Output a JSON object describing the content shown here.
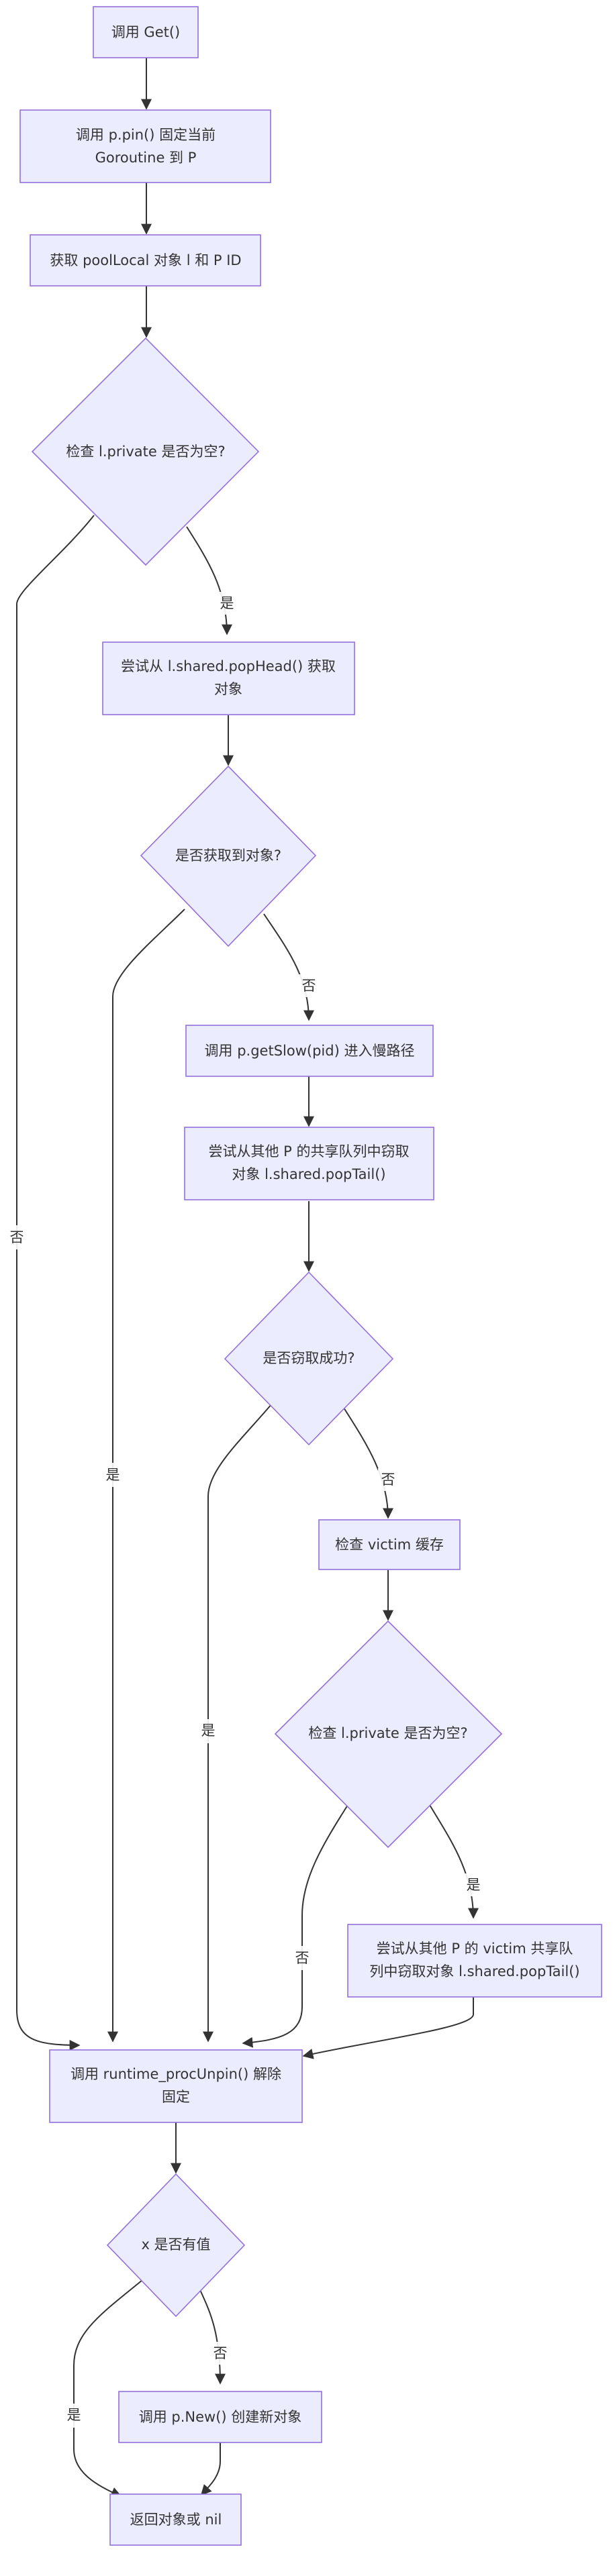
{
  "nodes": {
    "call_get": "调用 Get()",
    "pin": [
      "调用 p.pin() 固定当前",
      "Goroutine 到 P"
    ],
    "get_local": "获取 poolLocal 对象 l 和 P ID",
    "check_private": "检查 l.private 是否为空?",
    "pop_head": [
      "尝试从 l.shared.popHead() 获取",
      "对象"
    ],
    "got_object": "是否获取到对象?",
    "get_slow": "调用 p.getSlow(pid) 进入慢路径",
    "steal": [
      "尝试从其他 P 的共享队列中窃取",
      "对象 l.shared.popTail()"
    ],
    "steal_ok": "是否窃取成功?",
    "check_victim": "检查 victim 缓存",
    "check_private_victim": "检查 l.private 是否为空?",
    "steal_victim": [
      "尝试从其他 P 的 victim 共享队",
      "列中窃取对象 l.shared.popTail()"
    ],
    "unpin": [
      "调用 runtime_procUnpin() 解除",
      "固定"
    ],
    "has_value": "x 是否有值",
    "new_object": "调用 p.New() 创建新对象",
    "return": "返回对象或 nil"
  },
  "edge_labels": {
    "private_no": "否",
    "private_yes": "是",
    "got_yes": "是",
    "got_no": "否",
    "steal_yes": "是",
    "steal_no": "否",
    "victim_no": "否",
    "victim_yes": "是",
    "has_yes": "是",
    "has_no": "否"
  }
}
